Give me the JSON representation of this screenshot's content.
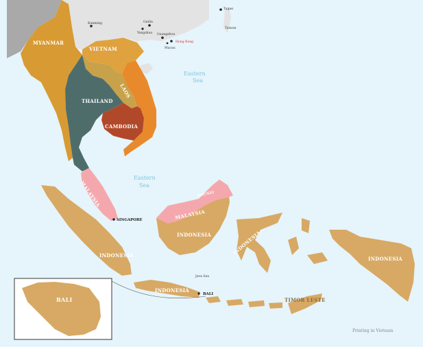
{
  "colors": {
    "ocean": "#e6f4fb",
    "china": "#e3e3e3",
    "south_asia": "#a9a9a9",
    "myanmar": "#d89a33",
    "vietnam": "#e0a23e",
    "laos": "#c8a24a",
    "thailand": "#4e6d6a",
    "cambodia": "#b2482a",
    "vietnam_south": "#e88a2c",
    "malaysia": "#f4a8ad",
    "indonesia": "#d7a964",
    "timor": "#d7a964",
    "sea_text": "#7cc8e0",
    "red_text": "#d9342b",
    "dark_text": "#333333",
    "country_text": "#ffffff",
    "inset_border": "#555555"
  },
  "map": {
    "countries": {
      "myanmar": "MYANMAR",
      "vietnam": "VIETNAM",
      "laos": "LAOS",
      "thailand": "THAILAND",
      "cambodia": "CAMBODIA",
      "malaysia_west": "MALAYSIA",
      "malaysia_east": "MALAYSIA",
      "brunei": "BRUNEI",
      "indonesia_sumatra": "INDONESIA",
      "indonesia_borneo": "INDONESIA",
      "indonesia_sulawesi": "INDONESIA",
      "indonesia_papua": "INDONESIA",
      "indonesia_java": "INDONESIA",
      "timor": "TIMOR LESTE"
    },
    "cities": {
      "taipei": "Taipei",
      "taiwan": "Taiwan",
      "kunming": "Kunming",
      "guilin": "Guilin",
      "yangshuo": "Yangshuo",
      "guangzhou": "Guangzhou",
      "hong_kong": "Hong Kong",
      "macau": "Macau",
      "singapore": "SINGAPORE",
      "bali": "BALI",
      "java_sea": "Java Sea"
    },
    "seas": {
      "east_1": "Eastern",
      "east_2": "Sea",
      "south_1": "Eastern",
      "south_2": "Sea"
    },
    "inset": {
      "title": "BALI"
    },
    "footer": "Printing in Vietnam"
  }
}
